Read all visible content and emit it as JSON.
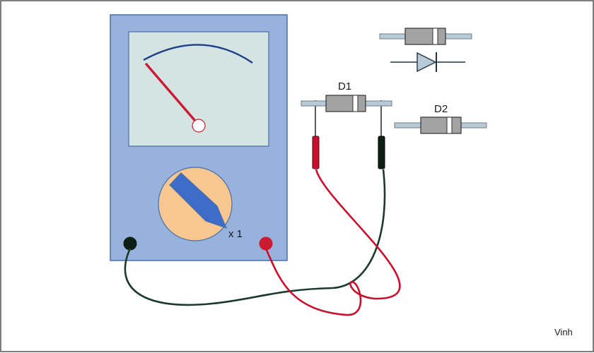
{
  "labels": {
    "range": "x 1",
    "diode_1": "D1",
    "diode_2": "D2",
    "credit": "Vinh"
  },
  "colors": {
    "background": "#ffffff",
    "frame": "#555555",
    "meter_body": "#97b3dd",
    "meter_outline": "#4a6fa3",
    "scale_face": "#d3e4e2",
    "scale_arc": "#1f3f8a",
    "needle": "#cc1a33",
    "dial": "#f8c690",
    "selector": "#3d6cc9",
    "com_jack": "#0d1f15",
    "input_jack": "#cc1a33",
    "black_lead": "#1c3a2b",
    "red_lead": "#c8102e",
    "diode_body": "#a3a3a3",
    "diode_band": "#ffffff",
    "diode_lead": "#b8cad6",
    "symbol": "#223344"
  }
}
